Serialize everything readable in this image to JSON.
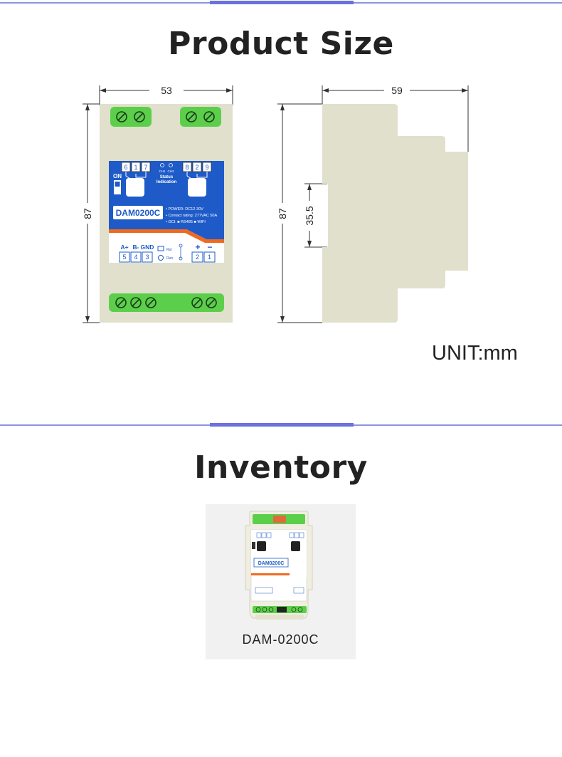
{
  "sections": {
    "size": {
      "title": "Product Size"
    },
    "inventory": {
      "title": "Inventory",
      "caption": "DAM-0200C"
    }
  },
  "dimensions": {
    "front_width": "53",
    "front_height": "87",
    "side_depth": "59",
    "side_height": "87",
    "side_rail": "35.5"
  },
  "unit": "UNIT:mm",
  "device": {
    "model": "DAM0200C",
    "switch_label": "ON",
    "status_label_1": "Status",
    "status_label_2": "Indication",
    "led_labels": [
      "CH1",
      "CH2"
    ],
    "spec_power": "• POWER: DC12-30V",
    "spec_contact": "• Contact rating: 277VAC 50A",
    "spec_gci": "• GCI: ■ RS485 ■ WIFI",
    "relay1_pins": [
      "6",
      "1",
      "7"
    ],
    "relay2_pins": [
      "8",
      "2",
      "9"
    ],
    "bus_labels": [
      "A+",
      "B-",
      "GND"
    ],
    "bus_pins": [
      "5",
      "4",
      "3"
    ],
    "power_signs": [
      "+",
      "−"
    ],
    "power_pins": [
      "2",
      "1"
    ],
    "rst_label": "Rst",
    "run_label": "Run"
  },
  "colors": {
    "divider": "#8c93e0",
    "panel_blue": "#1e5bc8",
    "accent_orange": "#f06a1e",
    "terminal_green": "#5ccf4a",
    "housing_beige": "#e1e0cd"
  }
}
